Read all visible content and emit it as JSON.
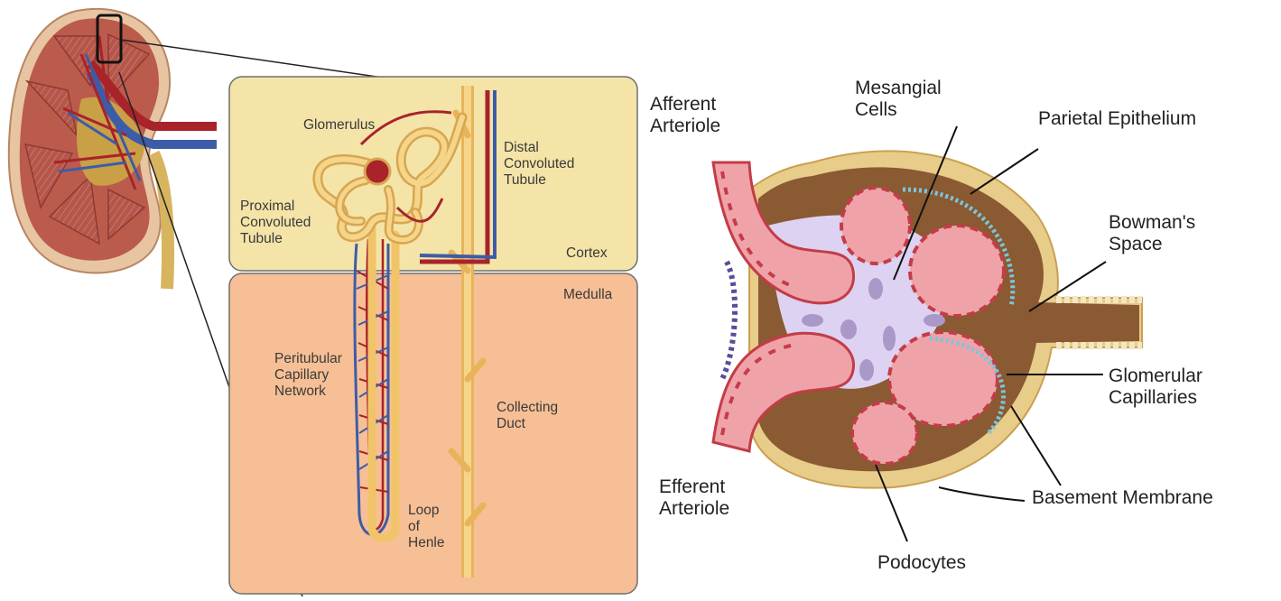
{
  "nephron": {
    "zones": {
      "cortex": "Cortex",
      "medulla": "Medulla"
    },
    "labels": {
      "glomerulus": "Glomerulus",
      "distal": "Distal Convoluted Tubule",
      "proximal": "Proximal Convoluted Tubule",
      "peritubular": "Peritubular Capillary Network",
      "collecting": "Collecting Duct",
      "loop": "Loop of Henle"
    }
  },
  "glomerulus": {
    "labels": {
      "afferent": "Afferent Arteriole",
      "efferent": "Efferent Arteriole",
      "mesangial": "Mesangial Cells",
      "parietal": "Parietal Epithelium",
      "bowman": "Bowman's Space",
      "capillaries": "Glomerular Capillaries",
      "basement": "Basement Membrane",
      "podocytes": "Podocytes"
    }
  },
  "colors": {
    "cortex_fill": "#f4e4a8",
    "medulla_fill": "#f7bf95",
    "kidney_tissue": "#b04f44",
    "artery": "#a8232a",
    "vein": "#3d5ca8",
    "tubule": "#f2c46a",
    "capsule": "#d8ad55",
    "bowman_space": "#8a5a33",
    "capillary": "#efa3a8",
    "podocyte": "#7bc6dc",
    "mesangium": "#ddd2f2"
  }
}
